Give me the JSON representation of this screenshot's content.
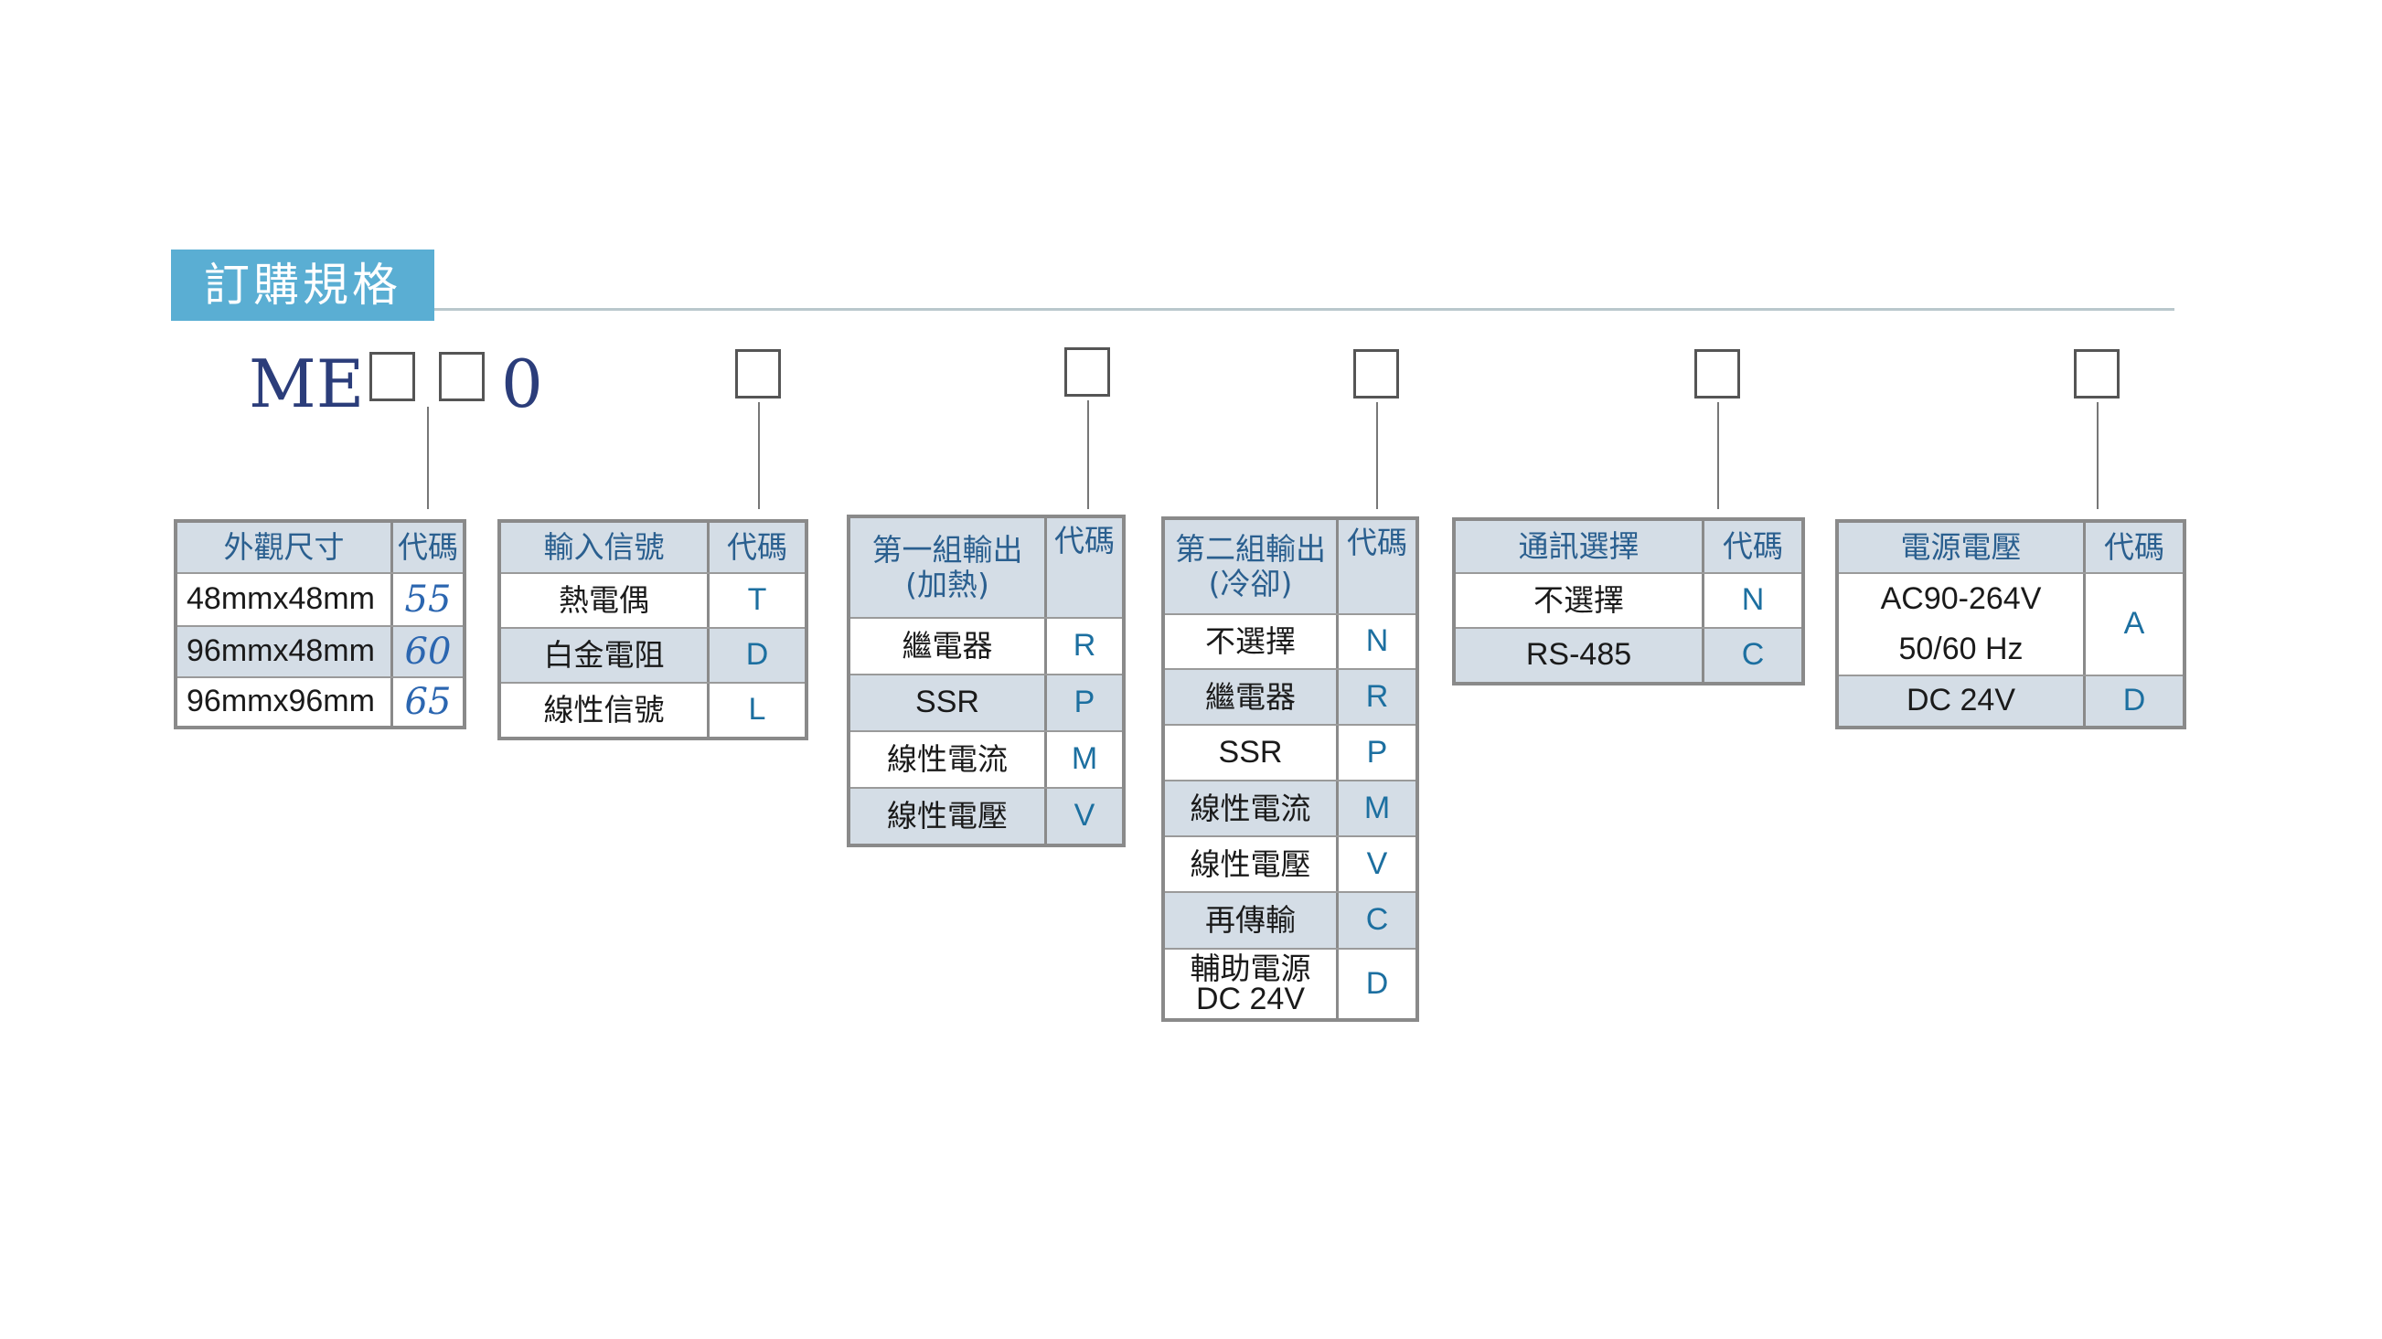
{
  "title": "訂購規格",
  "model": {
    "prefix": "ME",
    "fixed_digit": "0"
  },
  "tables": {
    "size": {
      "header": {
        "name": "外觀尺寸",
        "code": "代碼"
      },
      "rows": [
        {
          "name": "48mmx48mm",
          "code": "55"
        },
        {
          "name": "96mmx48mm",
          "code": "60"
        },
        {
          "name": "96mmx96mm",
          "code": "65"
        }
      ]
    },
    "input": {
      "header": {
        "name": "輸入信號",
        "code": "代碼"
      },
      "rows": [
        {
          "name": "熱電偶",
          "code": "T"
        },
        {
          "name": "白金電阻",
          "code": "D"
        },
        {
          "name": "線性信號",
          "code": "L"
        }
      ]
    },
    "output1": {
      "header": {
        "name_line1": "第一組輸出",
        "name_line2": "(加熱)",
        "code": "代碼"
      },
      "rows": [
        {
          "name": "繼電器",
          "code": "R"
        },
        {
          "name": "SSR",
          "code": "P"
        },
        {
          "name": "線性電流",
          "code": "M"
        },
        {
          "name": "線性電壓",
          "code": "V"
        }
      ]
    },
    "output2": {
      "header": {
        "name_line1": "第二組輸出",
        "name_line2": "(冷卻)",
        "code": "代碼"
      },
      "rows": [
        {
          "name": "不選擇",
          "code": "N"
        },
        {
          "name": "繼電器",
          "code": "R"
        },
        {
          "name": "SSR",
          "code": "P"
        },
        {
          "name": "線性電流",
          "code": "M"
        },
        {
          "name": "線性電壓",
          "code": "V"
        },
        {
          "name": "再傳輸",
          "code": "C"
        },
        {
          "name_line1": "輔助電源",
          "name_line2": "DC 24V",
          "code": "D"
        }
      ]
    },
    "comm": {
      "header": {
        "name": "通訊選擇",
        "code": "代碼"
      },
      "rows": [
        {
          "name": "不選擇",
          "code": "N"
        },
        {
          "name": "RS-485",
          "code": "C"
        }
      ]
    },
    "power": {
      "header": {
        "name": "電源電壓",
        "code": "代碼"
      },
      "rows": [
        {
          "name_line1": "AC90-264V",
          "name_line2": "50/60 Hz",
          "code": "A"
        },
        {
          "name": "DC 24V",
          "code": "D"
        }
      ]
    }
  }
}
